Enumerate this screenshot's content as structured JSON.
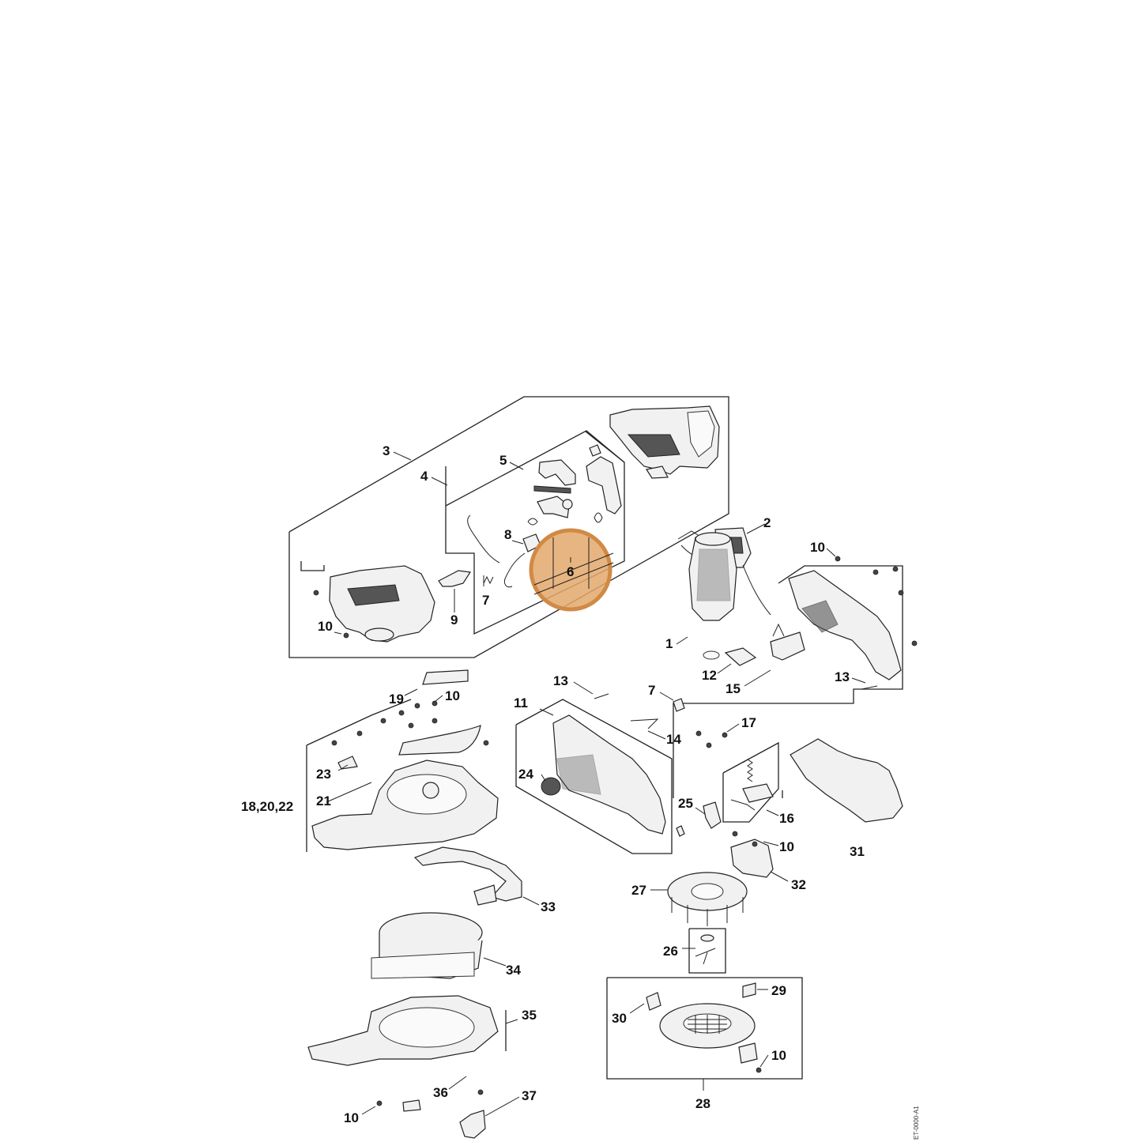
{
  "diagram": {
    "document_id": "ET-0000-A1",
    "highlight_color": "#D08A45",
    "highlighted_label": "6",
    "labels": {
      "p1": "1",
      "p2": "2",
      "p3": "3",
      "p4": "4",
      "p5": "5",
      "p6": "6",
      "p7a": "7",
      "p7b": "7",
      "p8": "8",
      "p9": "9",
      "p10a": "10",
      "p10b": "10",
      "p10c": "10",
      "p10d": "10",
      "p10e": "10",
      "p10f": "10",
      "p11": "11",
      "p12": "12",
      "p13a": "13",
      "p13b": "13",
      "p14": "14",
      "p15": "15",
      "p16": "16",
      "p17": "17",
      "p18_20_22": "18,20,22",
      "p19": "19",
      "p21": "21",
      "p23": "23",
      "p24": "24",
      "p25": "25",
      "p26": "26",
      "p27": "27",
      "p28": "28",
      "p29": "29",
      "p30": "30",
      "p31": "31",
      "p32": "32",
      "p33": "33",
      "p34": "34",
      "p35": "35",
      "p36": "36",
      "p37": "37"
    }
  }
}
